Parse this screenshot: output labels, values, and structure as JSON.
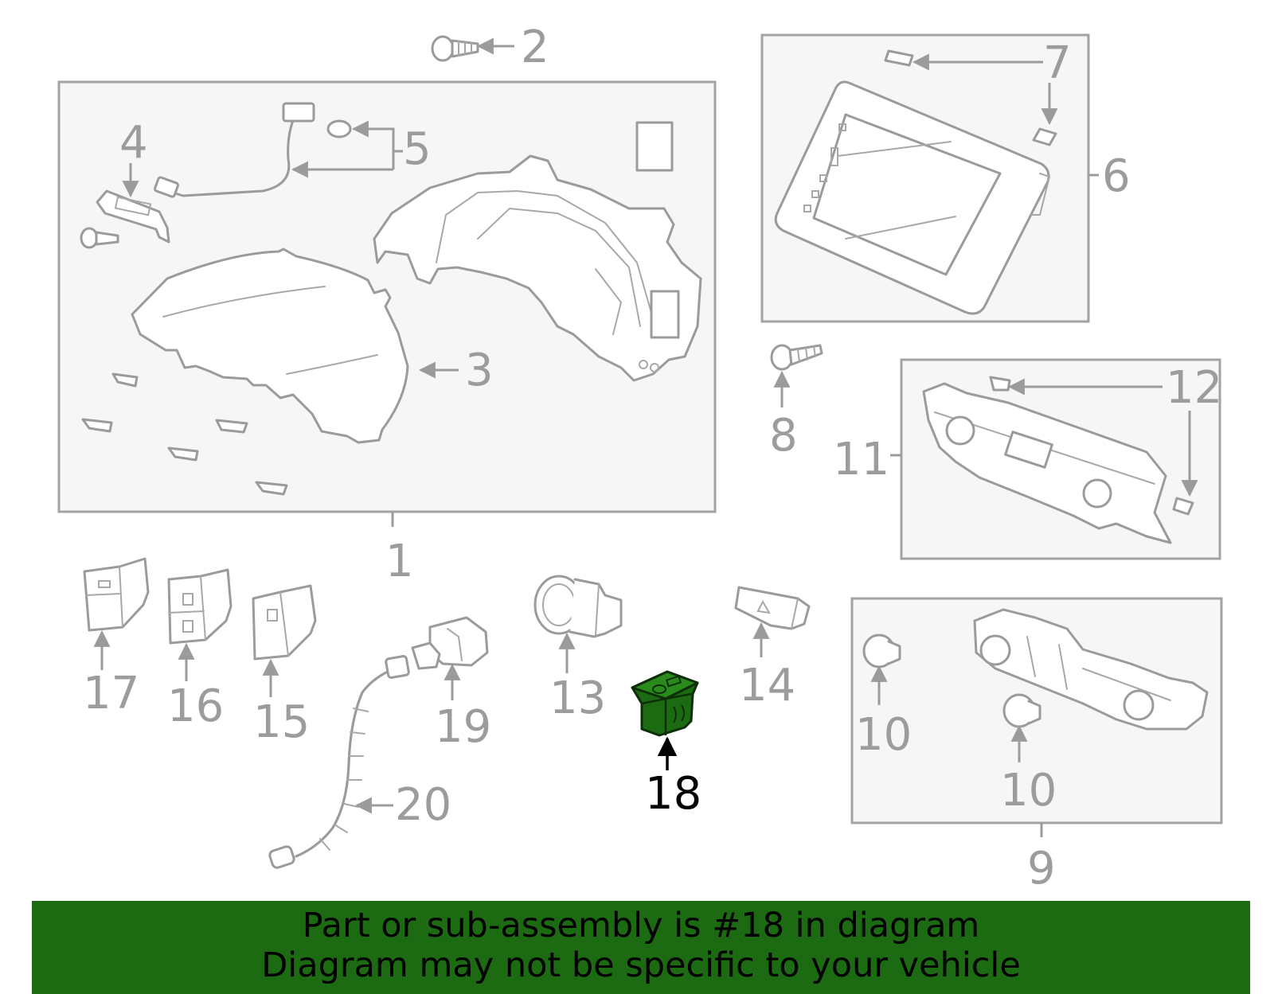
{
  "callouts": {
    "n1": "1",
    "n2": "2",
    "n3": "3",
    "n4": "4",
    "n5": "5",
    "n6": "6",
    "n7": "7",
    "n8": "8",
    "n9": "9",
    "n10a": "10",
    "n10b": "10",
    "n11": "11",
    "n12": "12",
    "n13": "13",
    "n14": "14",
    "n15": "15",
    "n16": "16",
    "n17": "17",
    "n18": "18",
    "n19": "19",
    "n20": "20"
  },
  "highlight": {
    "part_number": "18",
    "color": "#1c6a11"
  },
  "colors": {
    "outline": "#9b9b9b",
    "box_fill": "#f6f6f6",
    "banner": "#1c6a11",
    "highlight_text": "#000000"
  },
  "banner": {
    "line1": "Part or sub-assembly is #18 in diagram",
    "line2": "Diagram may not be specific to your vehicle"
  }
}
